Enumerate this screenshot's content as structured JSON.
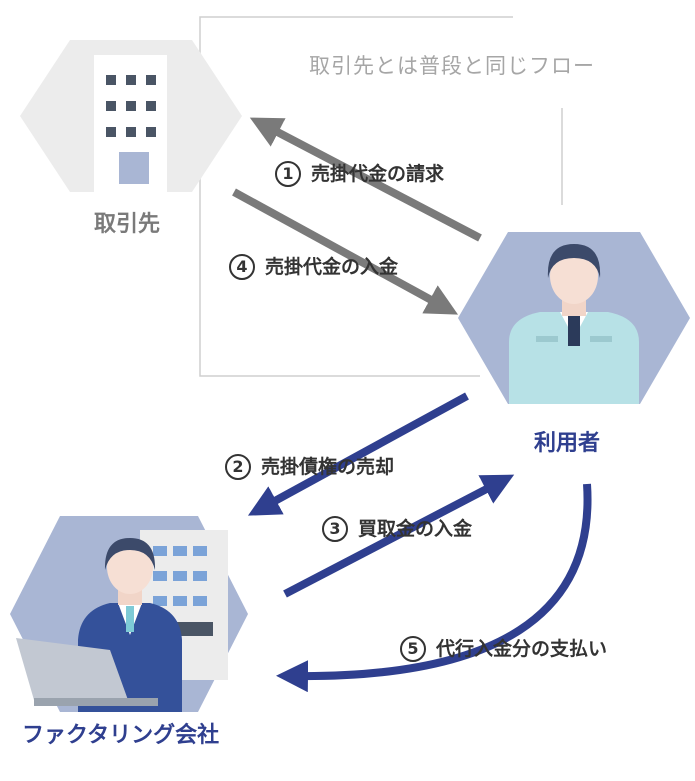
{
  "note": "取引先とは普段と同じフロー",
  "nodes": {
    "partner": "取引先",
    "user": "利用者",
    "factoring": "ファクタリング会社"
  },
  "steps": [
    {
      "num": "1",
      "label": "売掛代金の請求"
    },
    {
      "num": "2",
      "label": "売掛債権の売却"
    },
    {
      "num": "3",
      "label": "買取金の入金"
    },
    {
      "num": "4",
      "label": "売掛代金の入金"
    },
    {
      "num": "5",
      "label": "代行入金分の支払い"
    }
  ],
  "colors": {
    "hex_gray": "#ececec",
    "hex_blue": "#a9b6d4",
    "arrow_gray": "#7a7a7a",
    "arrow_blue": "#2f3f8f",
    "text_blue": "#2f3f8f"
  }
}
